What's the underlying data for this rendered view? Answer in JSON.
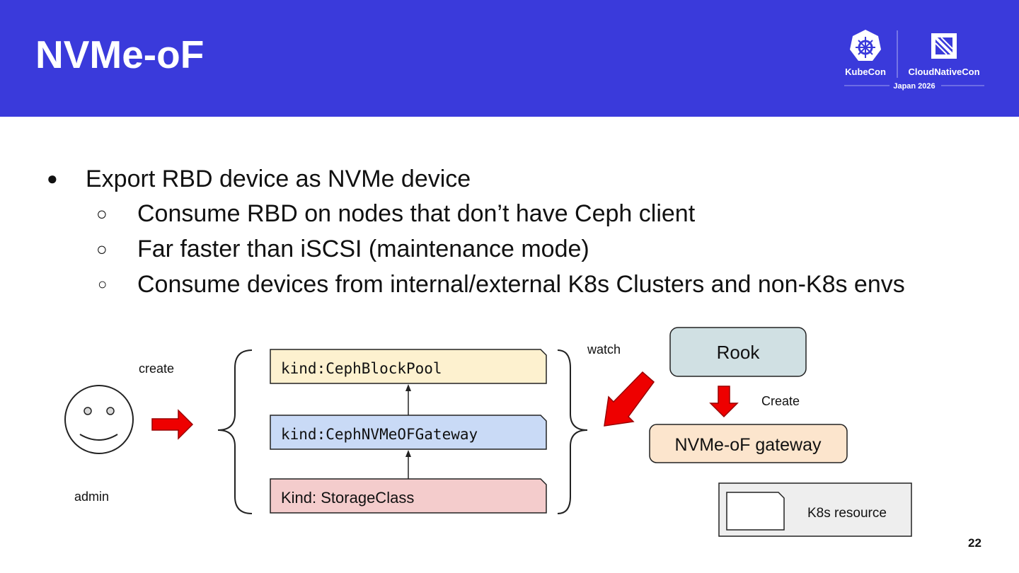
{
  "header": {
    "title": "NVMe-oF",
    "logo": {
      "left_label": "KubeCon",
      "right_label": "CloudNativeCon",
      "subtitle": "Japan 2026"
    }
  },
  "bullets": [
    {
      "level": 1,
      "text": "Export RBD device as NVMe device"
    },
    {
      "level": 2,
      "text": "Consume RBD on nodes that don’t have Ceph client"
    },
    {
      "level": 2,
      "text": "Far faster than iSCSI (maintenance mode)"
    },
    {
      "level": 2,
      "text": "Consume devices from internal/external K8s Clusters and non-K8s envs"
    }
  ],
  "diagram": {
    "actor_label": "admin",
    "create_label": "create",
    "resources": [
      {
        "label": "kind:CephBlockPool",
        "fill": "#fdf1cf"
      },
      {
        "label": "kind:CephNVMeOFGateway",
        "fill": "#c9daf6"
      },
      {
        "label": "Kind: StorageClass",
        "fill": "#f4cccc"
      }
    ],
    "watch_label": "watch",
    "rook_label": "Rook",
    "rook_create_label": "Create",
    "gateway_label": "NVMe-oF gateway",
    "legend_label": "K8s resource",
    "colors": {
      "arrow": "#ee0000",
      "rook": "#d0e0e3",
      "gateway": "#fce5cd",
      "legend_bg": "#eeeeee",
      "header": "#3a3adb"
    }
  },
  "page_number": "22"
}
